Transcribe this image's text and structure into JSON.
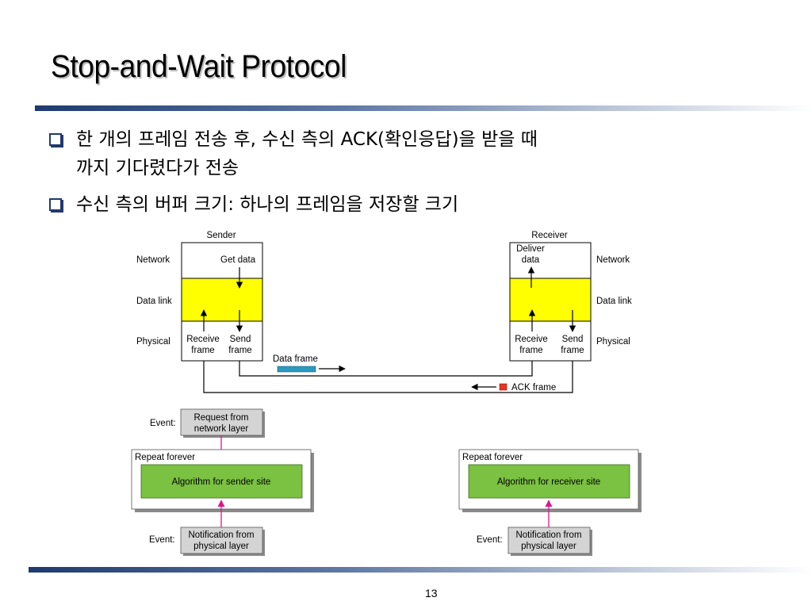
{
  "slide": {
    "title": "Stop-and-Wait Protocol",
    "bullets": [
      {
        "line1": "한 개의 프레임 전송 후, 수신 측의 ACK(확인응답)을 받을 때",
        "line2": "까지 기다렸다가 전송"
      },
      {
        "line1": "수신 측의 버퍼 크기: 하나의 프레임을 저장할 크기"
      }
    ],
    "page_number": "13"
  },
  "diagram": {
    "sender": {
      "heading": "Sender",
      "layers": {
        "network": "Network",
        "data_link": "Data link",
        "physical": "Physical"
      },
      "get_data": "Get data",
      "receive_frame": [
        "Receive",
        "frame"
      ],
      "send_frame": [
        "Send",
        "frame"
      ]
    },
    "receiver": {
      "heading": "Receiver",
      "layers": {
        "network": "Network",
        "data_link": "Data link",
        "physical": "Physical"
      },
      "deliver_data": [
        "Deliver",
        "data"
      ],
      "receive_frame": [
        "Receive",
        "frame"
      ],
      "send_frame": [
        "Send",
        "frame"
      ]
    },
    "data_frame_label": "Data frame",
    "ack_frame_label": "ACK frame",
    "sender_site": {
      "event_label": "Event:",
      "request_event": [
        "Request from",
        "network layer"
      ],
      "repeat_label": "Repeat forever",
      "algorithm": "Algorithm for sender site",
      "notification_event": [
        "Notification from",
        "physical layer"
      ]
    },
    "receiver_site": {
      "event_label": "Event:",
      "repeat_label": "Repeat forever",
      "algorithm": "Algorithm for receiver site",
      "notification_event": [
        "Notification from",
        "physical layer"
      ]
    },
    "colors": {
      "layer_yellow": "#ffff00",
      "algorithm_green": "#7bc142",
      "event_gray": "#d4d4d4",
      "data_frame_blue": "#2a9bbf",
      "ack_frame_red": "#e8351e",
      "event_arrow": "#e0158c"
    }
  }
}
